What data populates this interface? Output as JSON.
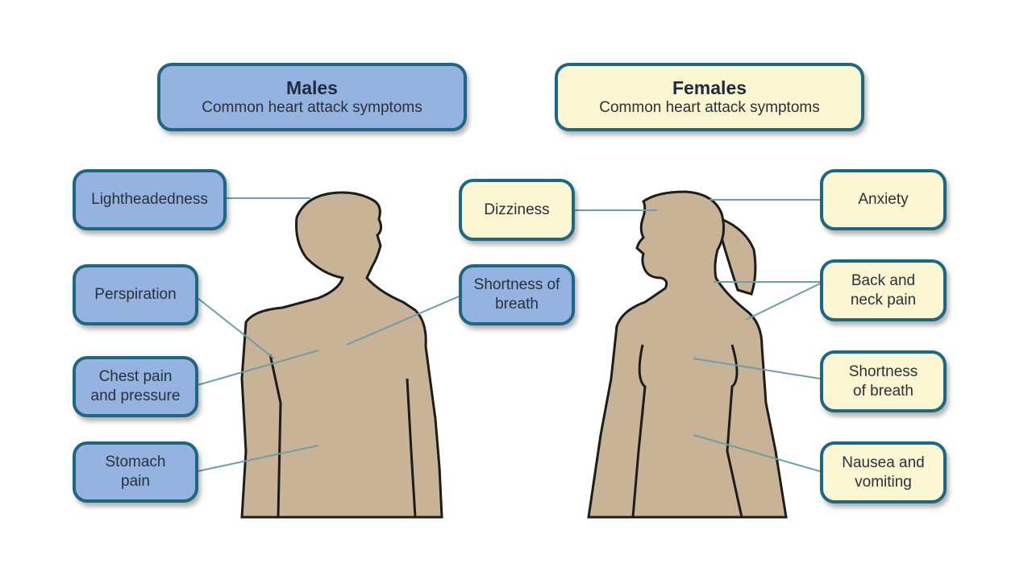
{
  "males": {
    "title": "Males",
    "subtitle": "Common heart attack symptoms",
    "symptoms": [
      "Lightheadedness",
      "Perspiration",
      "Chest pain and pressure",
      "Stomach pain",
      "Shortness of breath"
    ]
  },
  "females": {
    "title": "Females",
    "subtitle": "Common heart attack symptoms",
    "symptoms": [
      "Dizziness",
      "Anxiety",
      "Back and neck pain",
      "Shortness of breath",
      "Nausea and vomiting"
    ]
  },
  "colors": {
    "male_box": "#95b3e0",
    "female_box": "#faf6d2",
    "border": "#1d6783",
    "body": "#c8b397"
  }
}
